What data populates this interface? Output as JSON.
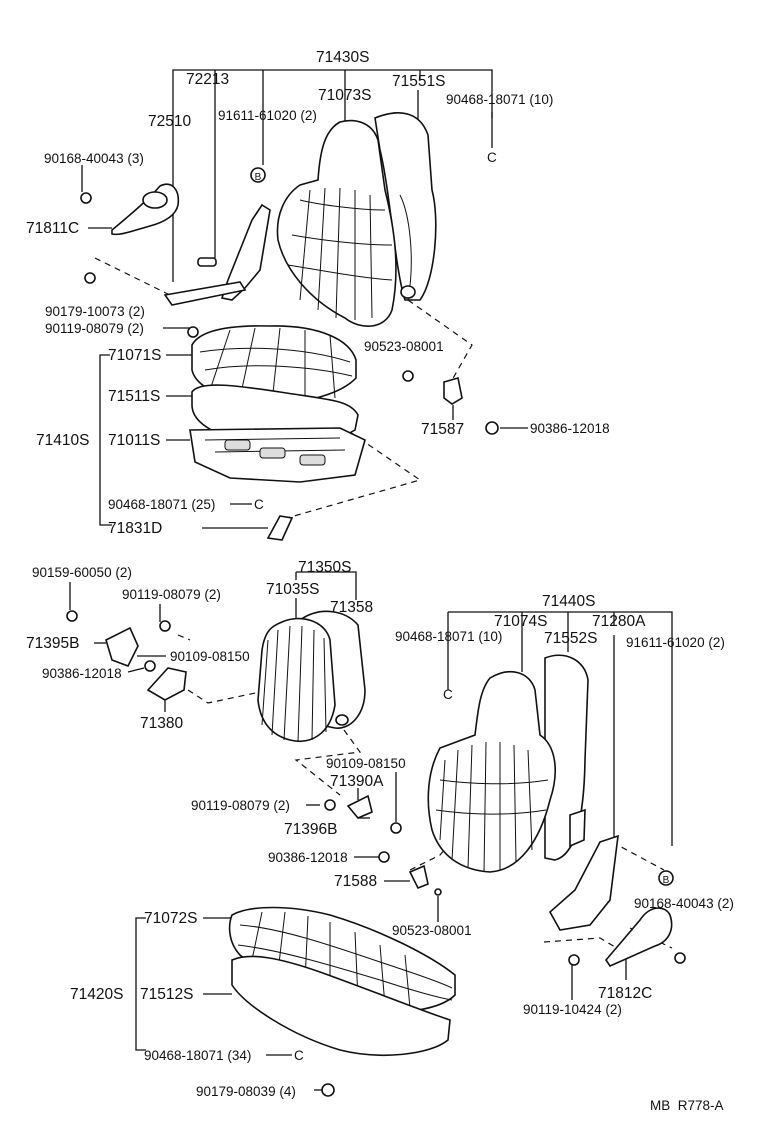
{
  "labels": {
    "p71430S": "71430S",
    "p72213": "72213",
    "p71073S": "71073S",
    "p71551S": "71551S",
    "p90468_18071_10a": "90468-18071 (10)",
    "p72510": "72510",
    "p91611_61020_2a": "91611-61020 (2)",
    "p90168_40043_3": "90168-40043 (3)",
    "p71811C": "71811C",
    "bA": "B",
    "cA": "C",
    "p90179_10073_2": "90179-10073 (2)",
    "p90119_08079_2a": "90119-08079 (2)",
    "p71071S": "71071S",
    "p71511S": "71511S",
    "p71410S": "71410S",
    "p71011S": "71011S",
    "p90523_08001a": "90523-08001",
    "p71587": "71587",
    "p90386_12018a": "90386-12018",
    "p90468_18071_25": "90468-18071 (25)",
    "cB": "C",
    "p71831D": "71831D",
    "p71350S": "71350S",
    "p90159_60050_2": "90159-60050 (2)",
    "p90119_08079_2b": "90119-08079 (2)",
    "p71035S": "71035S",
    "p71358": "71358",
    "p71395B": "71395B",
    "p90109_08150a": "90109-08150",
    "p90386_12018b": "90386-12018",
    "p71380": "71380",
    "p71440S": "71440S",
    "p90468_18071_10b": "90468-18071 (10)",
    "p71074S": "71074S",
    "p71280A": "71280A",
    "p71552S": "71552S",
    "p91611_61020_2b": "91611-61020 (2)",
    "cC": "C",
    "p90109_08150b": "90109-08150",
    "p71390A": "71390A",
    "p90119_08079_2c": "90119-08079 (2)",
    "p71396B": "71396B",
    "p90386_12018c": "90386-12018",
    "p71588": "71588",
    "bB": "B",
    "p90523_08001b": "90523-08001",
    "p90168_40043_2": "90168-40043 (2)",
    "p71072S": "71072S",
    "p71420S": "71420S",
    "p71512S": "71512S",
    "p90119_10424_2": "90119-10424 (2)",
    "p71812C": "71812C",
    "p90468_18071_34": "90468-18071 (34)",
    "cD": "C",
    "p90179_08039_4": "90179-08039 (4)",
    "code": "MB  R778-A"
  }
}
